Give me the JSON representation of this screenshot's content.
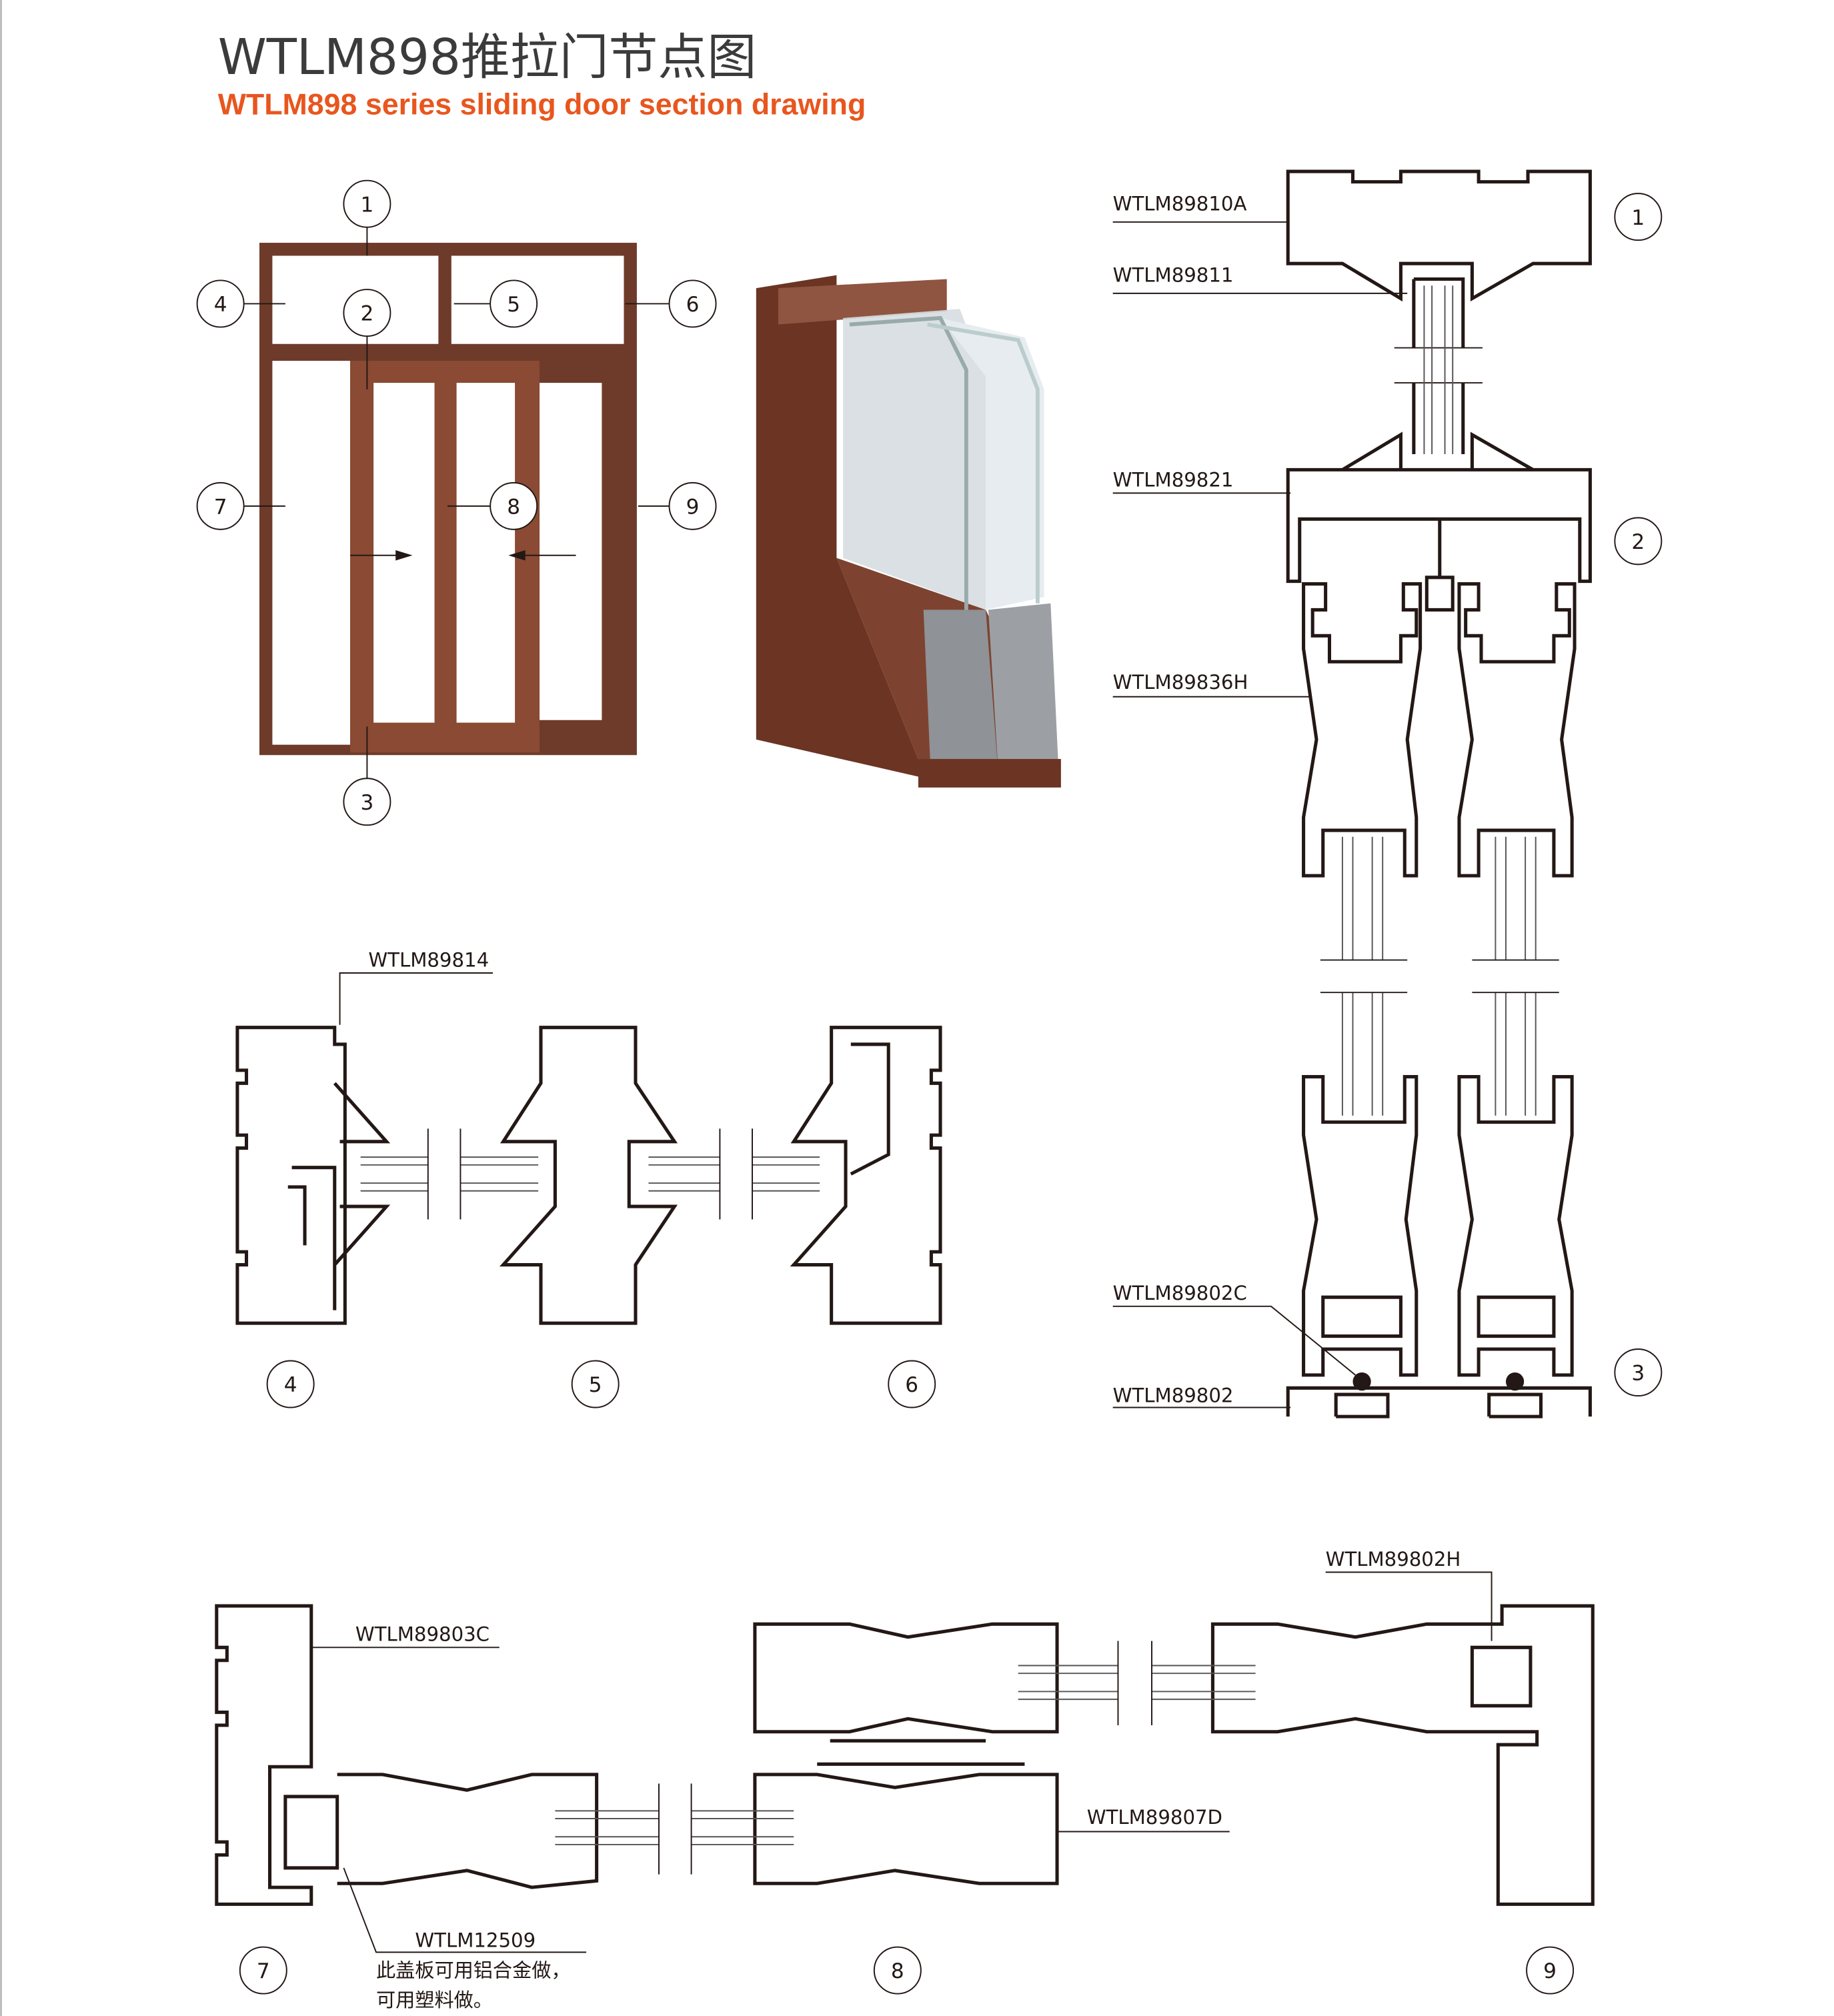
{
  "header": {
    "title": "WTLM898推拉门节点图",
    "subtitle": "WTLM898 series sliding door section drawing"
  },
  "elevation": {
    "markers": [
      "1",
      "2",
      "3",
      "4",
      "5",
      "6",
      "7",
      "8",
      "9"
    ]
  },
  "vertical_section": {
    "markers": [
      "1",
      "2",
      "3"
    ],
    "codes": [
      "WTLM89810A",
      "WTLM89811",
      "WTLM89821",
      "WTLM89836H",
      "WTLM89802C",
      "WTLM89802"
    ]
  },
  "transom_section": {
    "code": "WTLM89814",
    "markers": [
      "4",
      "5",
      "6"
    ]
  },
  "horizontal_section": {
    "codes": [
      "WTLM89803C",
      "WTLM89802H",
      "WTLM89807D",
      "WTLM12509"
    ],
    "markers": [
      "7",
      "8",
      "9"
    ],
    "note_line1": "此盖板可用铝合金做，",
    "note_line2": "可用塑料做。"
  },
  "colors": {
    "title": "#3b3b3b",
    "subtitle": "#e8561e",
    "wood": "#6e3b2a",
    "line": "#231815"
  }
}
